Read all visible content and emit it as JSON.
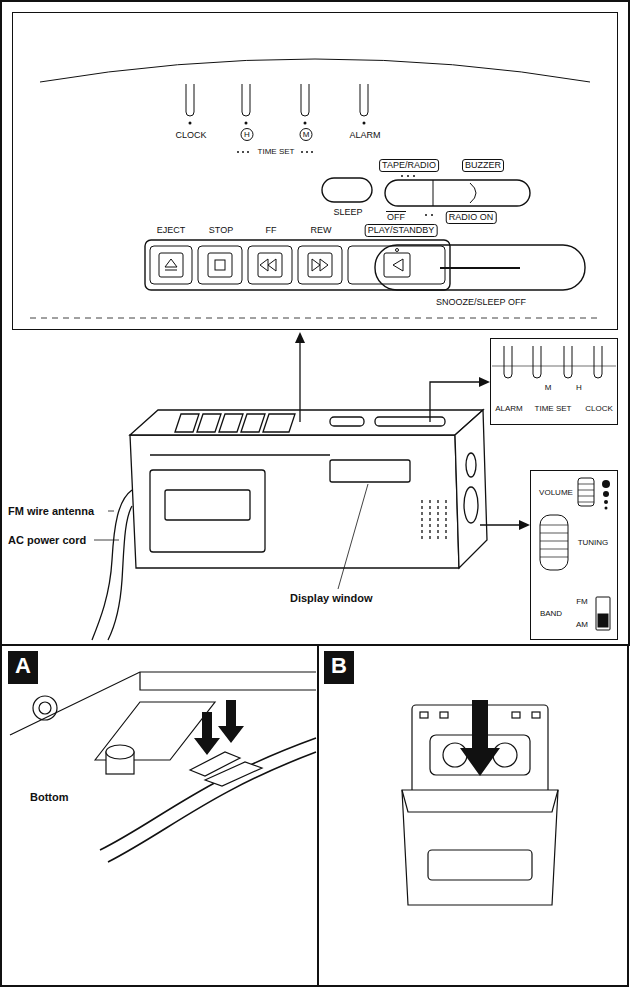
{
  "diagram": {
    "nodes": [
      {
        "text": [
          "CLOCK",
          "H",
          "M",
          "ALARM",
          "TIME SET",
          "TAPE/RADIO",
          "BUZZER",
          "SLEEP",
          "OFF",
          "RADIO ON",
          "EJECT",
          "STOP",
          "FF",
          "REW",
          "PLAY/STANDBY",
          "SNOOZE/SLEEP OFF"
        ]
      },
      {
        "text": [
          "ALARM",
          "M",
          "TIME SET",
          "H",
          "CLOCK"
        ]
      },
      {
        "text": [
          "VOLUME",
          "TUNING",
          "BAND",
          "FM",
          "AM"
        ]
      },
      {
        "text": [
          "A"
        ]
      },
      {
        "text": [
          "B"
        ]
      }
    ],
    "labels": [
      "FM wire antenna",
      "AC power cord",
      "Display window",
      "Bottom"
    ]
  }
}
